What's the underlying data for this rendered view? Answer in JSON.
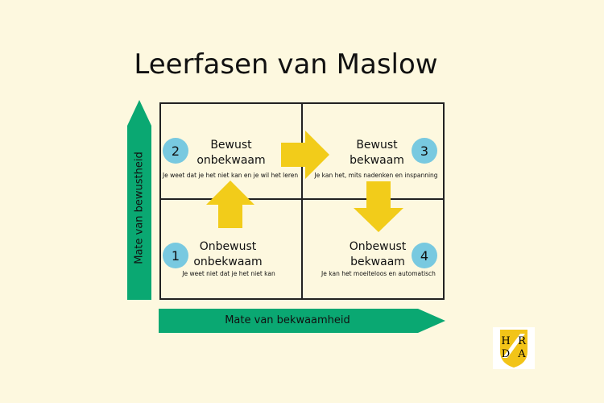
{
  "title": "Leerfasen van Maslow",
  "axes": {
    "vertical_label": "Mate van bewustheid",
    "horizontal_label": "Mate van bekwaamheid",
    "arrow_color": "#0aa872"
  },
  "quadrants": [
    {
      "number": "1",
      "title_line1": "Onbewust",
      "title_line2": "onbekwaam",
      "description": "Je weet niet dat je het niet kan"
    },
    {
      "number": "2",
      "title_line1": "Bewust",
      "title_line2": "onbekwaam",
      "description": "Je weet dat je het niet kan en je wil het leren"
    },
    {
      "number": "3",
      "title_line1": "Bewust",
      "title_line2": "bekwaam",
      "description": "Je kan het, mits nadenken en inspanning"
    },
    {
      "number": "4",
      "title_line1": "Onbewust",
      "title_line2": "bekwaam",
      "description": "Je kan het moeiteloos en automatisch"
    }
  ],
  "colors": {
    "background": "#fdf8df",
    "circle": "#78c9e0",
    "progress_arrow": "#f2cc1a"
  },
  "logo": {
    "letters": [
      "H",
      "R",
      "D",
      "A"
    ]
  }
}
